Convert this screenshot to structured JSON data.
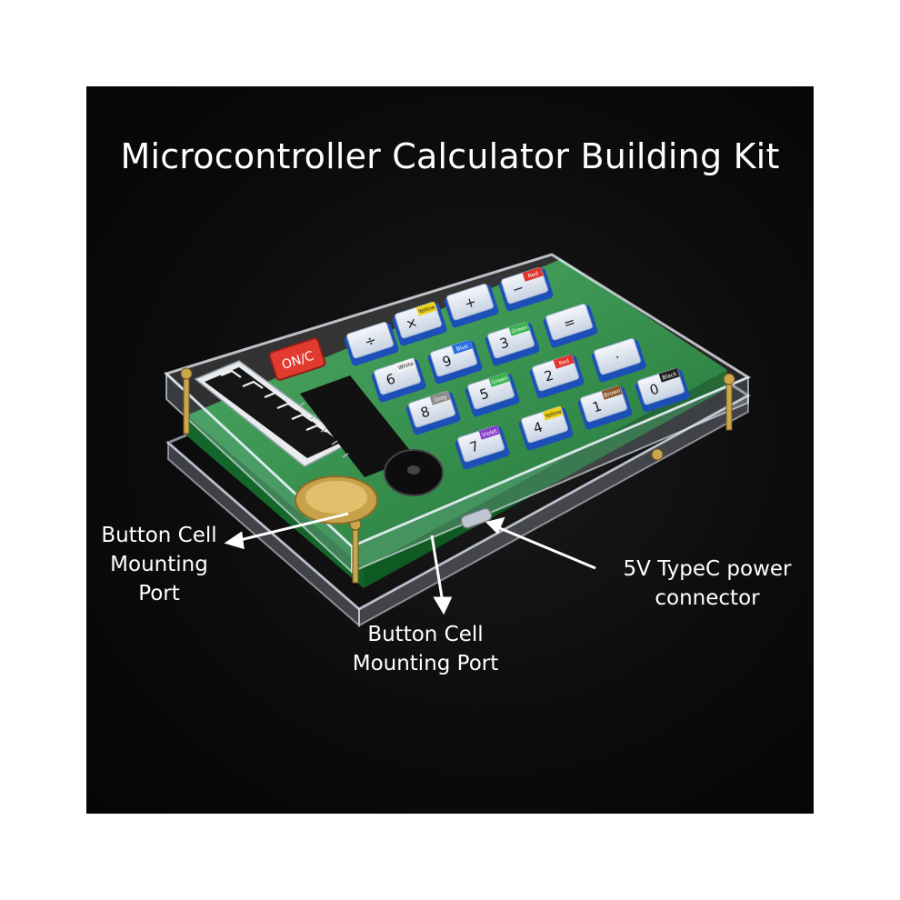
{
  "image": {
    "title": "Microcontroller Calculator Building Kit",
    "callouts": {
      "left": [
        "Button Cell",
        "Mounting",
        "Port"
      ],
      "bottom": [
        "Button Cell",
        "Mounting Port"
      ],
      "right": [
        "5V TypeC power",
        "connector"
      ]
    },
    "key_labels": {
      "onc": "ON/C",
      "divide": "÷",
      "times": "×",
      "plus": "+",
      "minus": "−",
      "equals": "=",
      "dot": "·",
      "zero": "0",
      "one": "1",
      "two": "2",
      "three": "3",
      "four": "4",
      "five": "5",
      "six": "6",
      "seven": "7",
      "eight": "8",
      "nine": "9"
    },
    "color_tags": {
      "white": "White",
      "blue": "Blue",
      "green": "Green",
      "grey": "Grey",
      "violet": "Violet",
      "yellow": "Yellow",
      "red": "Red",
      "brown": "Brown",
      "black": "Black"
    },
    "colors": {
      "background": "#0a0a0a",
      "text": "#ffffff",
      "pcb": "#1f8a3a",
      "key_cap": "#dfe7f2",
      "key_base": "#1d4fb8",
      "onc_key": "#e23a2e"
    }
  }
}
